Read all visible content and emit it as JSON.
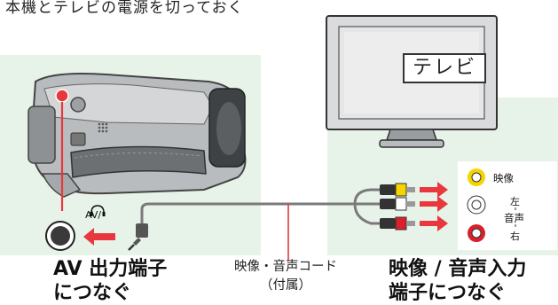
{
  "instruction": "本機とテレビの電源を切っておく",
  "tv_label": "テレビ",
  "av_port_symbol": "AV/",
  "camera_label": {
    "line1": "AV 出力端子",
    "line2": "につなぐ"
  },
  "cord_label": {
    "line1": "映像・音声コード",
    "line2": "（付属）"
  },
  "tv_input_label": {
    "line1": "映像 / 音声入力",
    "line2": "端子につなぐ"
  },
  "tv_jacks": {
    "video": "映像",
    "left": "左",
    "audio": "音声",
    "right": "右"
  },
  "colors": {
    "panel_bg": "#e7f3e8",
    "arrow_red": "#e8383d",
    "cord_gray": "#7a7a7a",
    "plug_yellow": "#f5d400",
    "plug_red": "#d8212b"
  }
}
